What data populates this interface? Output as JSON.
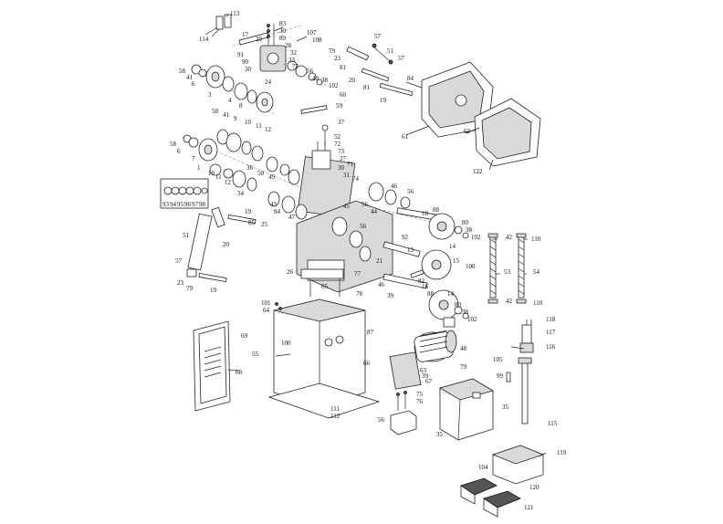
{
  "diagram": {
    "callouts": [
      {
        "id": "113",
        "text": "113"
      },
      {
        "id": "114",
        "text": "114"
      },
      {
        "id": "83",
        "text": "83"
      },
      {
        "id": "30a",
        "text": "30"
      },
      {
        "id": "89",
        "text": "89"
      },
      {
        "id": "107",
        "text": "107"
      },
      {
        "id": "108",
        "text": "108"
      },
      {
        "id": "17",
        "text": "17"
      },
      {
        "id": "29",
        "text": "29"
      },
      {
        "id": "28",
        "text": "28"
      },
      {
        "id": "91",
        "text": "91"
      },
      {
        "id": "32",
        "text": "32"
      },
      {
        "id": "90",
        "text": "90"
      },
      {
        "id": "33",
        "text": "33"
      },
      {
        "id": "30b",
        "text": "30"
      },
      {
        "id": "77a",
        "text": "77"
      },
      {
        "id": "58a",
        "text": "58"
      },
      {
        "id": "41a",
        "text": "41"
      },
      {
        "id": "6a",
        "text": "6"
      },
      {
        "id": "24",
        "text": "24"
      },
      {
        "id": "56a",
        "text": "56"
      },
      {
        "id": "40a",
        "text": "40"
      },
      {
        "id": "38a",
        "text": "38"
      },
      {
        "id": "102a",
        "text": "102"
      },
      {
        "id": "60",
        "text": "60"
      },
      {
        "id": "3",
        "text": "3"
      },
      {
        "id": "4",
        "text": "4"
      },
      {
        "id": "8",
        "text": "8"
      },
      {
        "id": "59",
        "text": "59"
      },
      {
        "id": "57a",
        "text": "57"
      },
      {
        "id": "79a",
        "text": "79"
      },
      {
        "id": "51",
        "text": "51"
      },
      {
        "id": "23a",
        "text": "23"
      },
      {
        "id": "81a",
        "text": "81"
      },
      {
        "id": "57b",
        "text": "57"
      },
      {
        "id": "84",
        "text": "84"
      },
      {
        "id": "20a",
        "text": "20"
      },
      {
        "id": "81b",
        "text": "81"
      },
      {
        "id": "19a",
        "text": "19"
      },
      {
        "id": "37",
        "text": "37"
      },
      {
        "id": "61",
        "text": "61"
      },
      {
        "id": "62",
        "text": "62"
      },
      {
        "id": "122",
        "text": "122"
      },
      {
        "id": "58b",
        "text": "58"
      },
      {
        "id": "41b",
        "text": "41"
      },
      {
        "id": "9",
        "text": "9"
      },
      {
        "id": "10a",
        "text": "10"
      },
      {
        "id": "11a",
        "text": "11"
      },
      {
        "id": "12a",
        "text": "12"
      },
      {
        "id": "58c",
        "text": "58"
      },
      {
        "id": "6b",
        "text": "6"
      },
      {
        "id": "7",
        "text": "7"
      },
      {
        "id": "52",
        "text": "52"
      },
      {
        "id": "72",
        "text": "72"
      },
      {
        "id": "73",
        "text": "73"
      },
      {
        "id": "27",
        "text": "27"
      },
      {
        "id": "71",
        "text": "71"
      },
      {
        "id": "30c",
        "text": "30"
      },
      {
        "id": "31",
        "text": "31"
      },
      {
        "id": "74",
        "text": "74"
      },
      {
        "id": "1",
        "text": "1"
      },
      {
        "id": "10b",
        "text": "10"
      },
      {
        "id": "11b",
        "text": "11"
      },
      {
        "id": "12b",
        "text": "12"
      },
      {
        "id": "34",
        "text": "34"
      },
      {
        "id": "36",
        "text": "36"
      },
      {
        "id": "50",
        "text": "50"
      },
      {
        "id": "49",
        "text": "49"
      },
      {
        "id": "46a",
        "text": "46"
      },
      {
        "id": "56b",
        "text": "56"
      },
      {
        "id": "45",
        "text": "45"
      },
      {
        "id": "56c",
        "text": "56"
      },
      {
        "id": "44",
        "text": "44"
      },
      {
        "id": "88a",
        "text": "88"
      },
      {
        "id": "93",
        "text": "93"
      },
      {
        "id": "94",
        "text": "94"
      },
      {
        "id": "95",
        "text": "95"
      },
      {
        "id": "96",
        "text": "96"
      },
      {
        "id": "97",
        "text": "97"
      },
      {
        "id": "98",
        "text": "98"
      },
      {
        "id": "43",
        "text": "43"
      },
      {
        "id": "84b",
        "text": "84"
      },
      {
        "id": "19b",
        "text": "19"
      },
      {
        "id": "85",
        "text": "85"
      },
      {
        "id": "25",
        "text": "25"
      },
      {
        "id": "47",
        "text": "47"
      },
      {
        "id": "18",
        "text": "18"
      },
      {
        "id": "56d",
        "text": "56"
      },
      {
        "id": "80a",
        "text": "80"
      },
      {
        "id": "38b",
        "text": "38"
      },
      {
        "id": "102b",
        "text": "102"
      },
      {
        "id": "42a",
        "text": "42"
      },
      {
        "id": "110a",
        "text": "110"
      },
      {
        "id": "51b",
        "text": "51"
      },
      {
        "id": "20b",
        "text": "20"
      },
      {
        "id": "57c",
        "text": "57"
      },
      {
        "id": "92",
        "text": "92"
      },
      {
        "id": "13",
        "text": "13"
      },
      {
        "id": "14a",
        "text": "14"
      },
      {
        "id": "15",
        "text": "15"
      },
      {
        "id": "100a",
        "text": "100"
      },
      {
        "id": "21",
        "text": "21"
      },
      {
        "id": "53",
        "text": "53"
      },
      {
        "id": "54",
        "text": "54"
      },
      {
        "id": "26",
        "text": "26"
      },
      {
        "id": "77b",
        "text": "77"
      },
      {
        "id": "23b",
        "text": "23"
      },
      {
        "id": "79b",
        "text": "79"
      },
      {
        "id": "19c",
        "text": "19"
      },
      {
        "id": "65",
        "text": "65"
      },
      {
        "id": "78",
        "text": "78"
      },
      {
        "id": "46b",
        "text": "46"
      },
      {
        "id": "82",
        "text": "82"
      },
      {
        "id": "39a",
        "text": "39"
      },
      {
        "id": "16",
        "text": "16"
      },
      {
        "id": "88b",
        "text": "88"
      },
      {
        "id": "14b",
        "text": "14"
      },
      {
        "id": "42b",
        "text": "42"
      },
      {
        "id": "110b",
        "text": "110"
      },
      {
        "id": "101",
        "text": "101"
      },
      {
        "id": "64",
        "text": "64"
      },
      {
        "id": "80b",
        "text": "80"
      },
      {
        "id": "38c",
        "text": "38"
      },
      {
        "id": "102c",
        "text": "102"
      },
      {
        "id": "118",
        "text": "118"
      },
      {
        "id": "117",
        "text": "117"
      },
      {
        "id": "69",
        "text": "69"
      },
      {
        "id": "55",
        "text": "55"
      },
      {
        "id": "100b",
        "text": "100"
      },
      {
        "id": "87",
        "text": "87"
      },
      {
        "id": "48",
        "text": "48"
      },
      {
        "id": "116",
        "text": "116"
      },
      {
        "id": "105",
        "text": "105"
      },
      {
        "id": "66",
        "text": "66"
      },
      {
        "id": "63",
        "text": "63"
      },
      {
        "id": "39b",
        "text": "39"
      },
      {
        "id": "67",
        "text": "67"
      },
      {
        "id": "68",
        "text": "68"
      },
      {
        "id": "79c",
        "text": "79"
      },
      {
        "id": "99",
        "text": "99"
      },
      {
        "id": "75",
        "text": "75"
      },
      {
        "id": "76",
        "text": "76"
      },
      {
        "id": "35a",
        "text": "35"
      },
      {
        "id": "111",
        "text": "111"
      },
      {
        "id": "112",
        "text": "112"
      },
      {
        "id": "56e",
        "text": "56"
      },
      {
        "id": "35b",
        "text": "35"
      },
      {
        "id": "115",
        "text": "115"
      },
      {
        "id": "119",
        "text": "119"
      },
      {
        "id": "104",
        "text": "104"
      },
      {
        "id": "120",
        "text": "120"
      },
      {
        "id": "121",
        "text": "121"
      }
    ]
  }
}
